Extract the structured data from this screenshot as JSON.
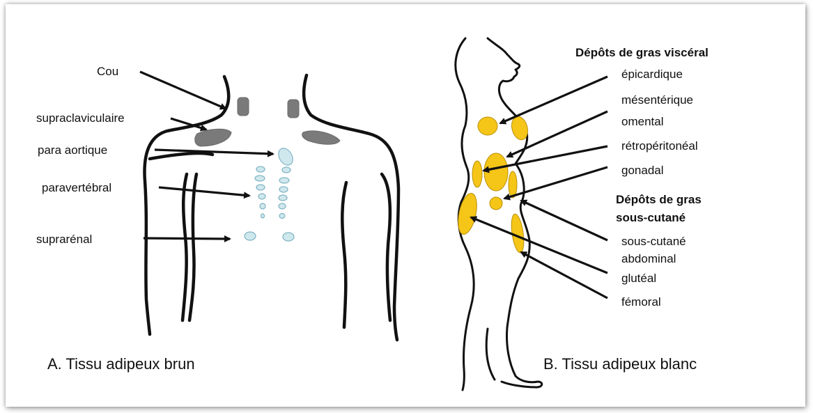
{
  "panel_a": {
    "caption": "A. Tissu adipeux brun",
    "labels": {
      "cou": "Cou",
      "supraclaviculaire": "supraclaviculaire",
      "para_aortique": "para aortique",
      "paravertebral": "paravertébral",
      "suprarenal": "suprarénal"
    }
  },
  "panel_b": {
    "caption": "B. Tissu adipeux blanc",
    "visceral_heading": "Dépôts de gras viscéral",
    "subcutaneous_heading_line1": "Dépôts de gras",
    "subcutaneous_heading_line2": "sous-cutané",
    "labels": {
      "epicardique": "épicardique",
      "mesenterique": "mésentérique",
      "omental": "omental",
      "retroperitoneal": "rétropéritonéal",
      "gonadal": "gonadal",
      "sous_cutane": "sous-cutané",
      "abdominal": "abdominal",
      "gluteal": "glutéal",
      "femoral": "fémoral"
    }
  },
  "colors": {
    "brown_fat": "#7a7a7a",
    "beige_fat": "#cfe8ee",
    "white_fat": "#f5c518"
  }
}
